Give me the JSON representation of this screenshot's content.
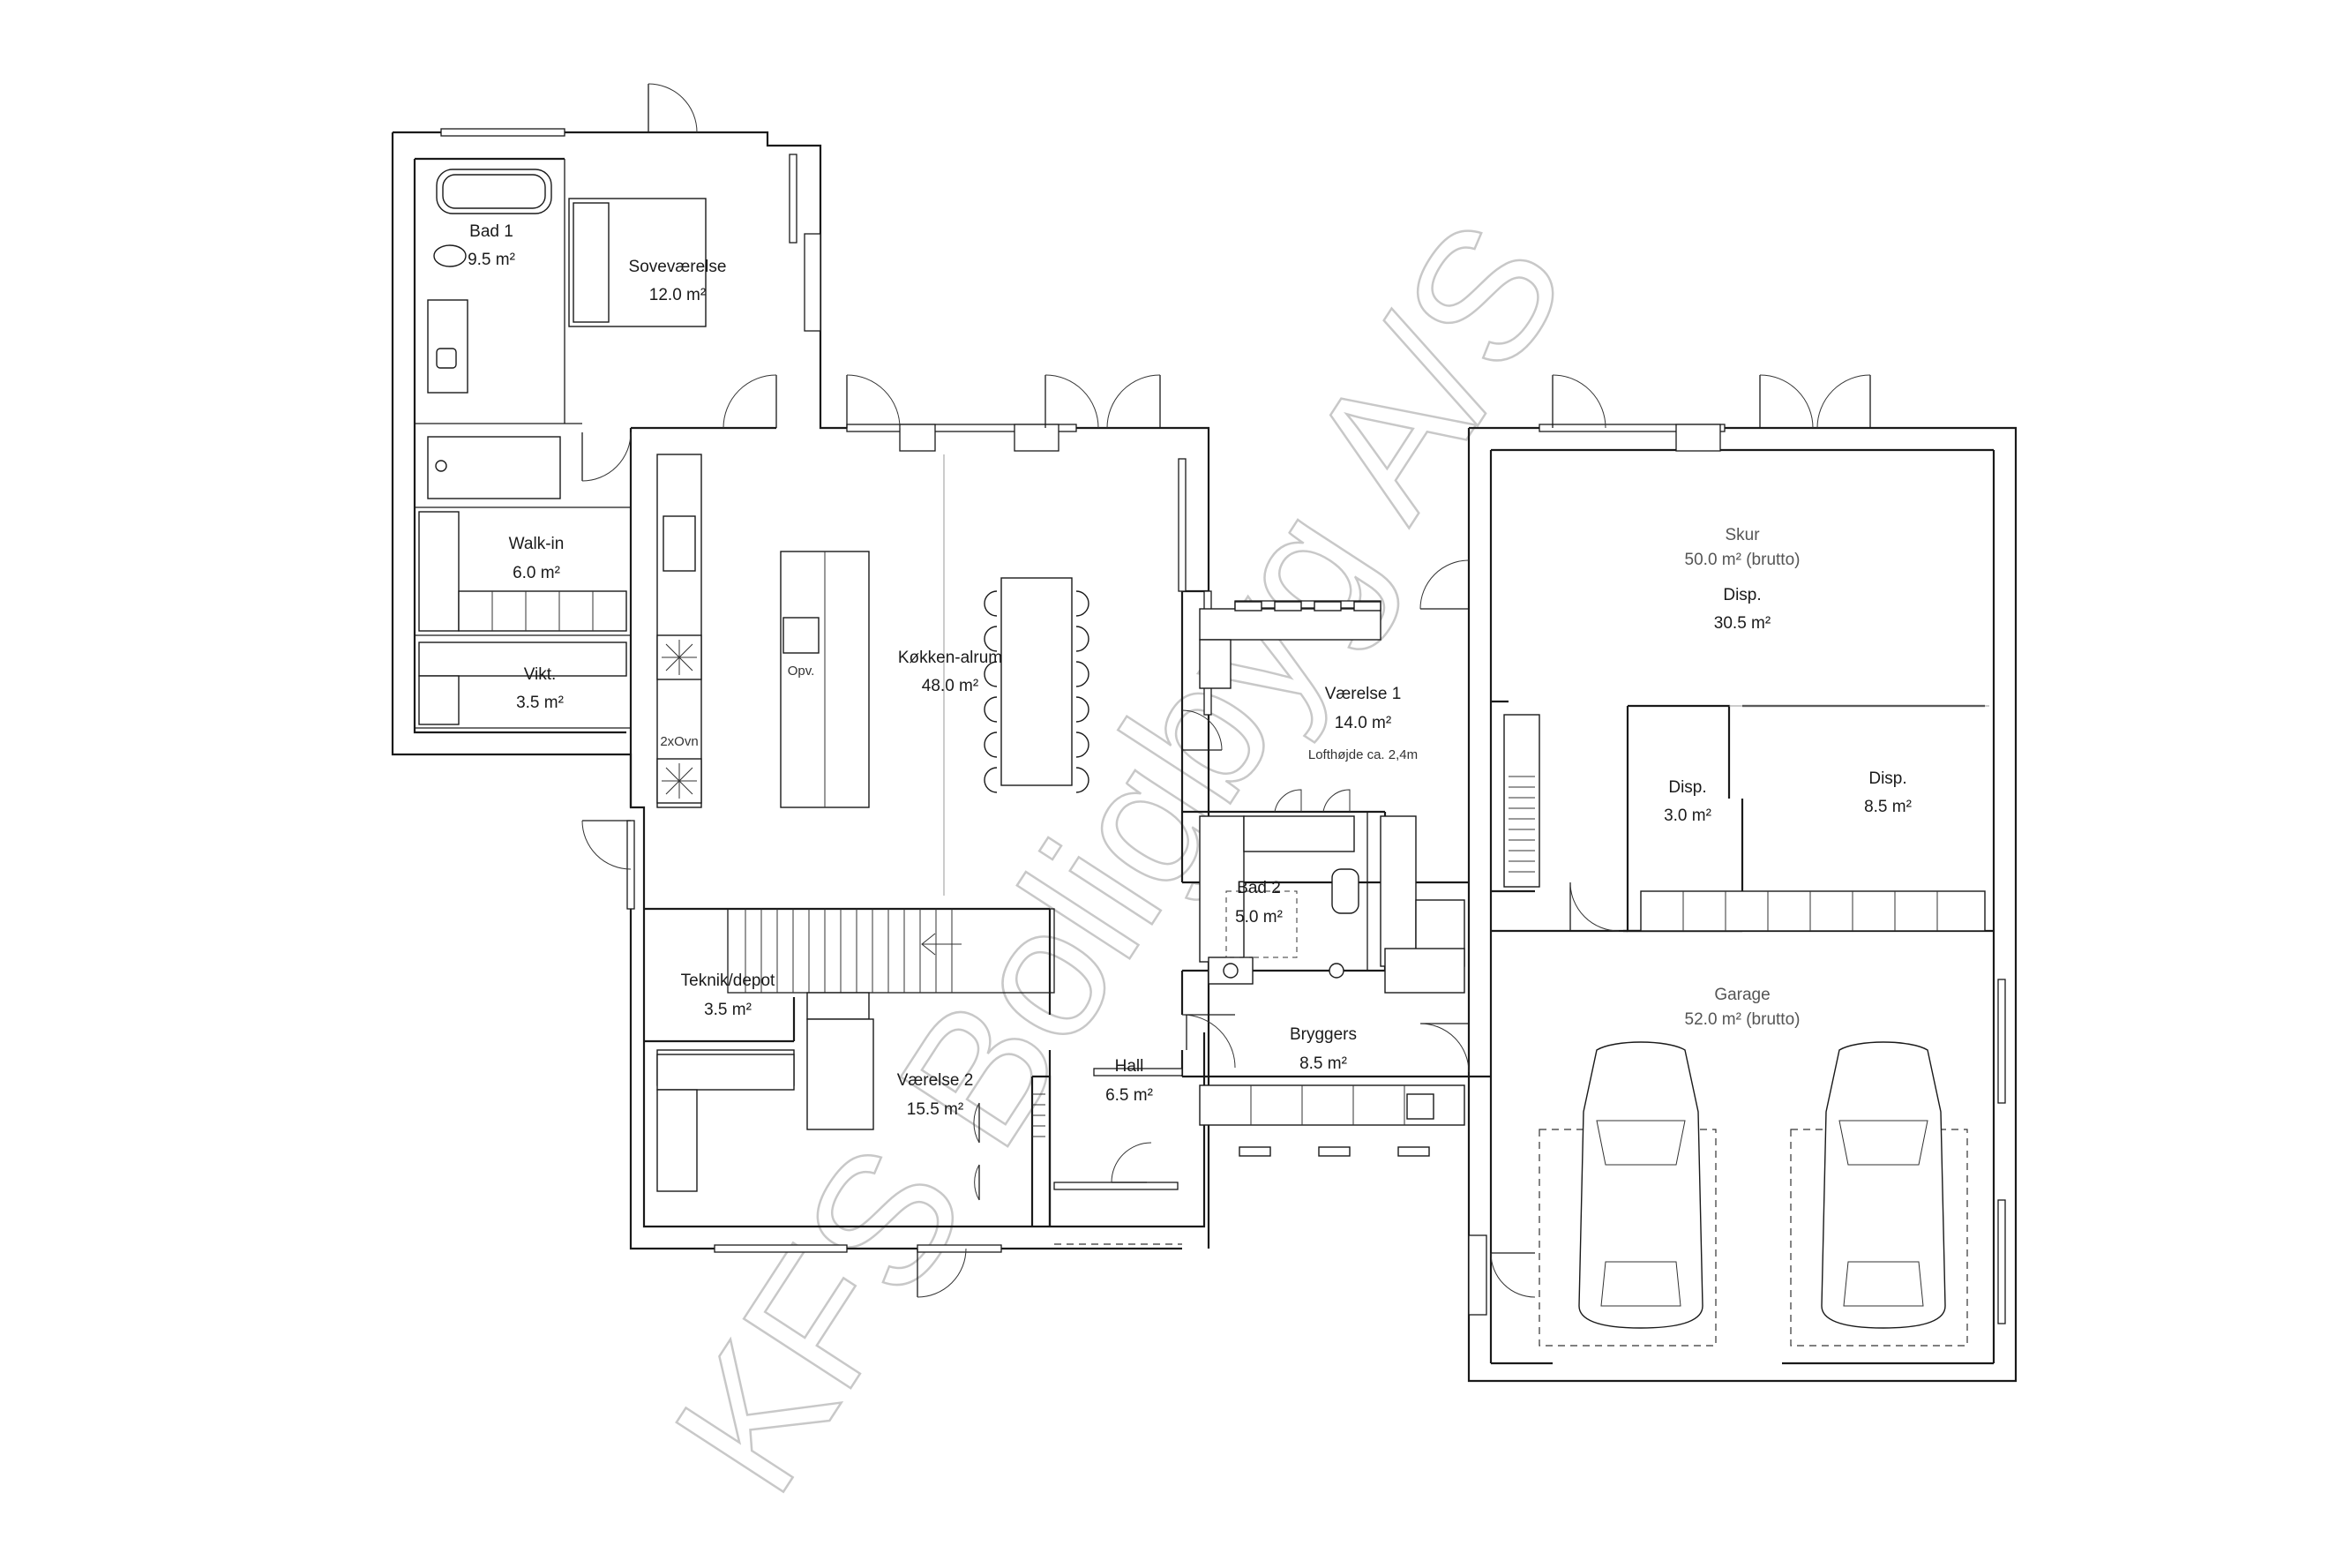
{
  "watermark": "KFS Boligbyg A/S",
  "rooms": {
    "bad1": {
      "name": "Bad 1",
      "area": "9.5 m²"
    },
    "sovevaerelse": {
      "name": "Soveværelse",
      "area": "12.0 m²"
    },
    "walkin": {
      "name": "Walk-in",
      "area": "6.0 m²"
    },
    "vikt": {
      "name": "Vikt.",
      "area": "3.5 m²"
    },
    "kokken": {
      "name": "Køkken-alrum",
      "area": "48.0 m²"
    },
    "vaerelse1": {
      "name": "Værelse 1",
      "area": "14.0 m²",
      "note": "Lofthøjde ca. 2,4m"
    },
    "bad2": {
      "name": "Bad 2",
      "area": "5.0 m²"
    },
    "teknik": {
      "name": "Teknik/depot",
      "area": "3.5 m²"
    },
    "vaerelse2": {
      "name": "Værelse 2",
      "area": "15.5 m²"
    },
    "hall": {
      "name": "Hall",
      "area": "6.5 m²"
    },
    "bryggers": {
      "name": "Bryggers",
      "area": "8.5 m²"
    },
    "skur": {
      "name": "Skur",
      "area": "50.0 m² (brutto)"
    },
    "disp_large": {
      "name": "Disp.",
      "area": "30.5 m²"
    },
    "disp_small": {
      "name": "Disp.",
      "area": "3.0 m²"
    },
    "disp_mid": {
      "name": "Disp.",
      "area": "8.5 m²"
    },
    "garage": {
      "name": "Garage",
      "area": "52.0 m² (brutto)"
    }
  },
  "fixtures": {
    "opv": "Opv.",
    "ovn": "2xOvn"
  }
}
